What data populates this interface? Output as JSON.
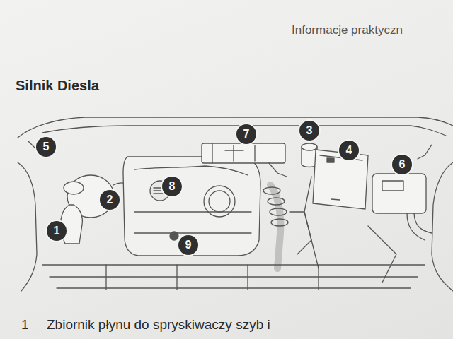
{
  "diagram": {
    "title": "Silnik Diesla",
    "nodes": [
      {
        "text": [
          "1"
        ]
      },
      {
        "text": [
          "2"
        ]
      },
      {
        "text": [
          "3"
        ]
      },
      {
        "text": [
          "4"
        ]
      },
      {
        "text": [
          "5"
        ]
      },
      {
        "text": [
          "6"
        ]
      },
      {
        "text": [
          "7"
        ]
      },
      {
        "text": [
          "8"
        ]
      },
      {
        "text": [
          "9"
        ]
      }
    ],
    "labels": [
      "Informacje praktyczn",
      "1",
      "Zbiornik płynu do spryskiwaczy szyb i"
    ]
  }
}
